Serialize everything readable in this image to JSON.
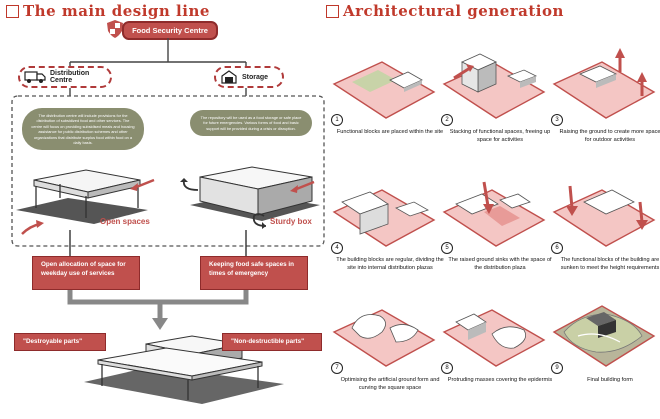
{
  "left_section": {
    "title": "The main design line",
    "center_label": "Food Security Centre",
    "distribution_label": "Distribution Centre",
    "storage_label": "Storage",
    "distribution_note": "The distribution centre will include provisions for the distribution of subsidized food and other services. The centre will focus on providing subsidised meals and housing assistance for public distribution schemes and other organizations that distribute surplus food within food on a daily basis.",
    "storage_note": "The repository will be used as a food storage or safe place for future emergencies. Various forms of food and basic support will be provided during a crisis or disruption.",
    "open_spaces": "Open spaces",
    "sturdy_box": "Sturdy box",
    "box_left": "Open allocation of space for weekday use of services",
    "box_right": "Keeping food safe spaces in times of emergency",
    "destroyable": "\"Destroyable parts\"",
    "non_destructible": "\"Non-destructible parts\""
  },
  "right_section": {
    "title": "Architectural generation",
    "steps": [
      {
        "num": "1",
        "caption": "Functional blocks are placed within the site"
      },
      {
        "num": "2",
        "caption": "Stacking of functional spaces, freeing up space for activities"
      },
      {
        "num": "3",
        "caption": "Raising the ground to create more space for outdoor activities"
      },
      {
        "num": "4",
        "caption": "The building blocks are regular, dividing the site into internal distribution plazas"
      },
      {
        "num": "5",
        "caption": "The raised ground sinks with the space of the distribution plaza"
      },
      {
        "num": "6",
        "caption": "The functional blocks of the building are sunken to meet the height requirements"
      },
      {
        "num": "7",
        "caption": "Optimising the artificial ground form and curving the square space"
      },
      {
        "num": "8",
        "caption": "Protruding masses covering the epidermis"
      },
      {
        "num": "9",
        "caption": "Final building form"
      }
    ]
  },
  "colors": {
    "accent": "#c0504d",
    "note_bg": "#8a8e70",
    "site_fill": "#f4c6c4"
  }
}
